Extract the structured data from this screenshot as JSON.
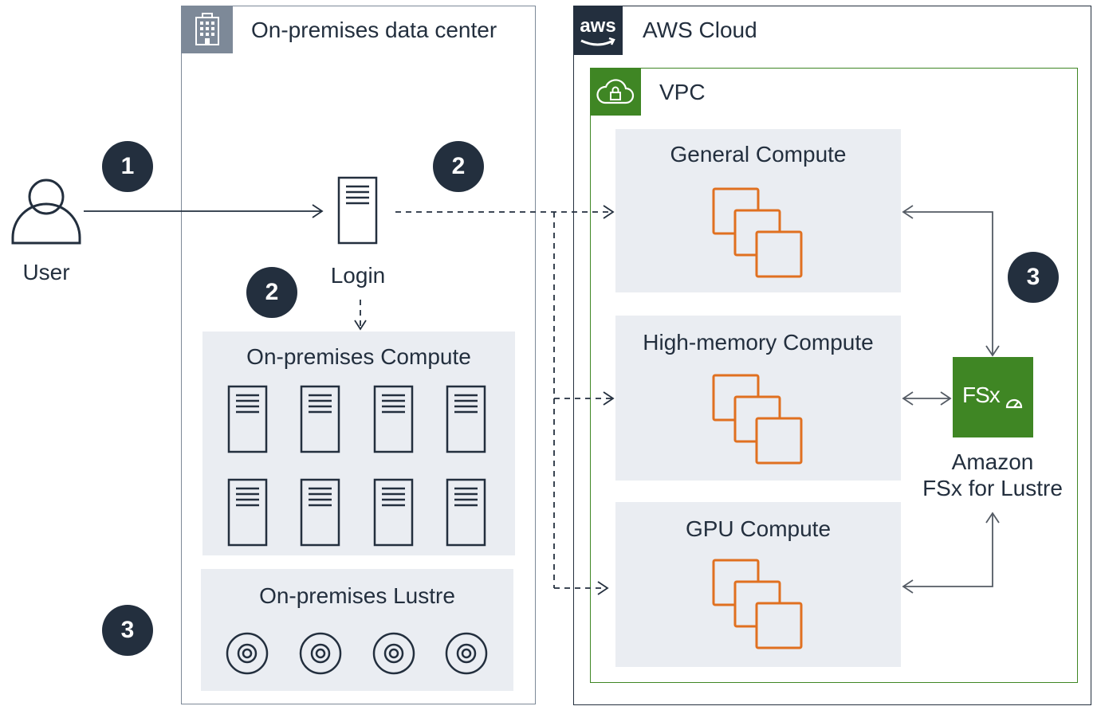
{
  "groups": {
    "onprem_title": "On-premises data center",
    "aws_title": "AWS Cloud",
    "vpc_title": "VPC"
  },
  "user_label": "User",
  "login_label": "Login",
  "onprem_compute_title": "On-premises Compute",
  "onprem_lustre_title": "On-premises Lustre",
  "compute_panels": [
    {
      "title": "General Compute"
    },
    {
      "title": "High-memory Compute"
    },
    {
      "title": "GPU Compute"
    }
  ],
  "fsx": {
    "logo_text": "FSx",
    "label_line1": "Amazon",
    "label_line2": "FSx for Lustre"
  },
  "aws_logo_text": "aws",
  "badges": [
    "1",
    "2",
    "2",
    "3",
    "3"
  ],
  "colors": {
    "dark": "#232f3e",
    "onprem_gray": "#7d8998",
    "vpc_green": "#3f8624",
    "compute_orange": "#e07020",
    "panel_bg": "#eaedf2"
  }
}
